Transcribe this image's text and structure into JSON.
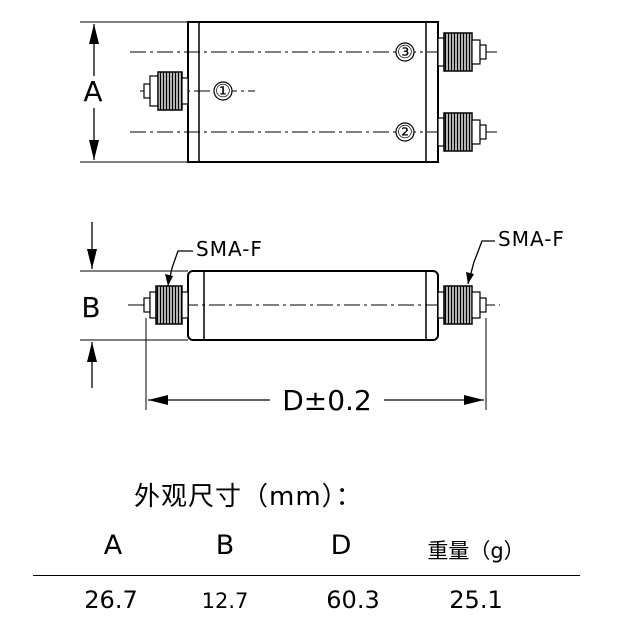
{
  "drawing": {
    "port_labels": [
      "①",
      "②",
      "③"
    ],
    "dim_a": "A",
    "dim_b": "B",
    "dim_d": "D±0.2",
    "connector_left": "SMA-F",
    "connector_right": "SMA-F"
  },
  "table": {
    "caption": "外观尺寸（mm）：",
    "headers": [
      "A",
      "B",
      "D",
      "重量（g）"
    ],
    "values": [
      "26.7",
      "12.7",
      "60.3",
      "25.1"
    ]
  }
}
